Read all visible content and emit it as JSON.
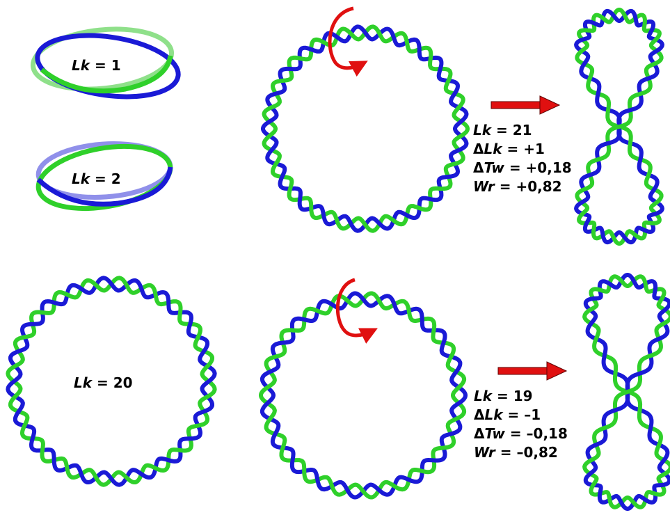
{
  "colors": {
    "strand_a": "#1a1ad6",
    "strand_b": "#2fd02a",
    "arrow": "#e01010"
  },
  "rings": {
    "lk1": {
      "var": "Lk",
      "eq": " = 1"
    },
    "lk2": {
      "var": "Lk",
      "eq": " = 2"
    },
    "lk20": {
      "var": "Lk",
      "eq": " = 20"
    }
  },
  "top_stats": {
    "lk": {
      "var": "Lk",
      "eq": " = 21"
    },
    "dlk": {
      "delta": "Δ",
      "var": "Lk",
      "eq": " = +1"
    },
    "dtw": {
      "delta": "Δ",
      "var": "Tw",
      "eq": " = +0,18"
    },
    "wr": {
      "var": "Wr",
      "eq": " = +0,82"
    }
  },
  "bottom_stats": {
    "lk": {
      "var": "Lk",
      "eq": " = 19"
    },
    "dlk": {
      "delta": "Δ",
      "var": "Lk",
      "eq": " = –1"
    },
    "dtw": {
      "delta": "Δ",
      "var": "Tw",
      "eq": " = –0,18"
    },
    "wr": {
      "var": "Wr",
      "eq": " = –0,82"
    }
  },
  "helix": {
    "large_circle_turns": 20,
    "top_circle_turns": 21,
    "bottom_circle_turns": 19
  }
}
